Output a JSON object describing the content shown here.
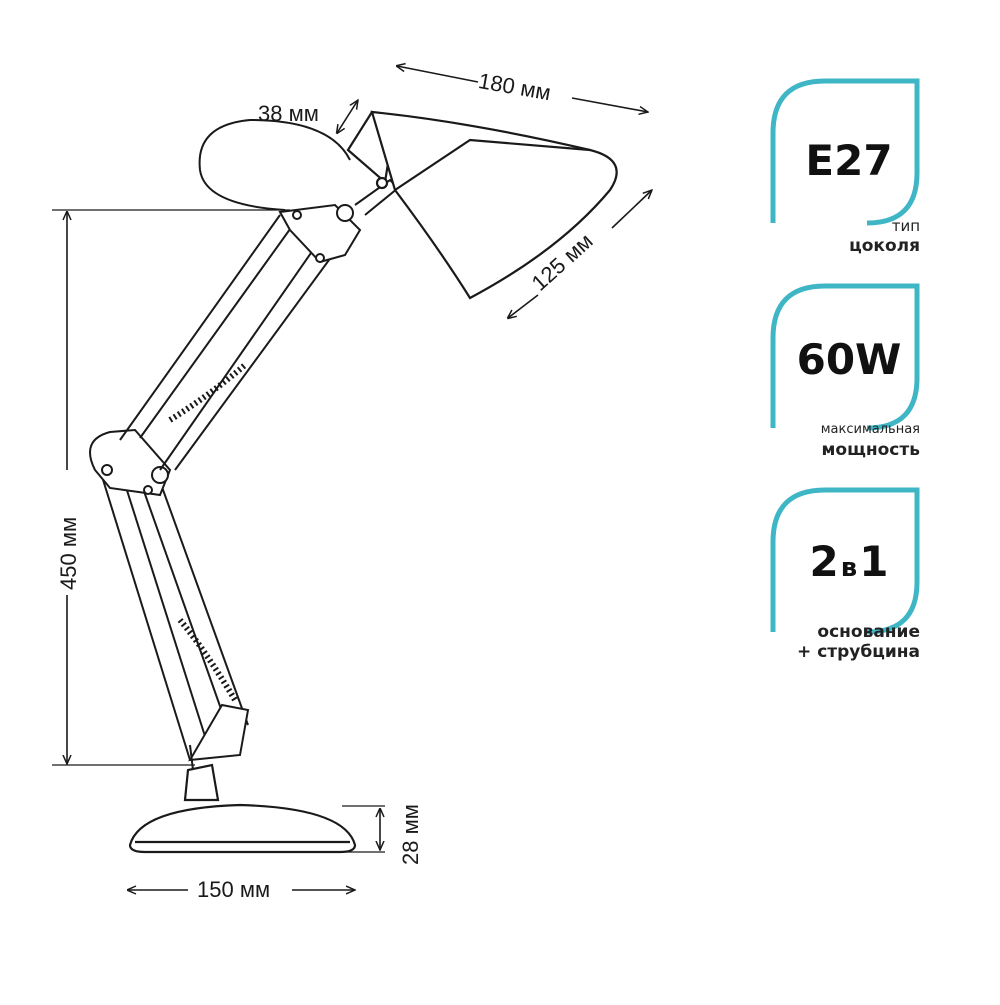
{
  "dimensions": {
    "shade_length": "180 мм",
    "neck": "38 мм",
    "shade_diameter": "125 мм",
    "height": "450 мм",
    "base_height": "28 мм",
    "base_width": "150 мм"
  },
  "badges": [
    {
      "value": "E27",
      "caption_small": "тип",
      "caption_bold": "цоколя"
    },
    {
      "value": "60W",
      "caption_small": "максимальная",
      "caption_bold": "мощность"
    },
    {
      "value_main": "2",
      "value_mid": "в",
      "value_end": "1",
      "caption_bold_1": "основание",
      "caption_bold_2": "+ струбцина"
    }
  ],
  "colors": {
    "accent": "#3fb6c6",
    "line": "#1a1a1a"
  }
}
